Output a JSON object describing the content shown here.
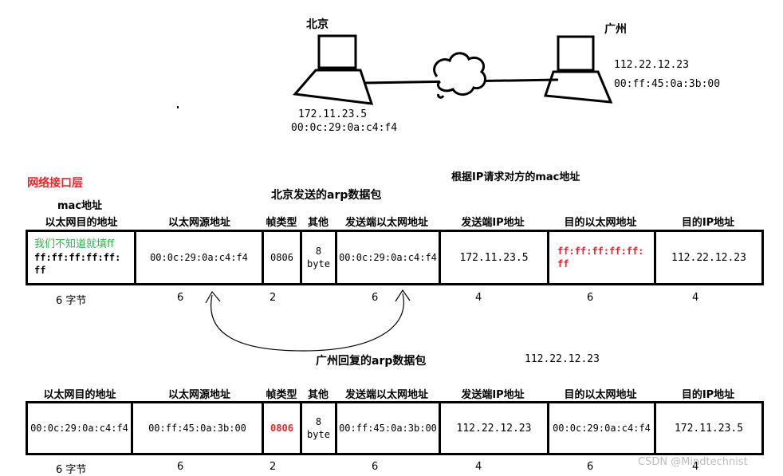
{
  "topology": {
    "beijing": {
      "city": "北京",
      "ip": "172.11.23.5",
      "mac": "00:0c:29:0a:c4:f4"
    },
    "guangzhou": {
      "city": "广州",
      "ip": "112.22.12.23",
      "mac": "00:ff:45:0a:3b:00"
    }
  },
  "layer_label": "网络接口层",
  "request_note": "根据IP请求对方的mac地址",
  "request": {
    "title": "北京发送的arp数据包",
    "mac_note": "mac地址",
    "headers": [
      "以太网目的地址",
      "以太网源地址",
      "帧类型",
      "其他",
      "发送端以太网地址",
      "发送端IP地址",
      "目的以太网地址",
      "目的IP地址"
    ],
    "dest_mac_note": "我们不知道就填ff",
    "dest_mac_line1": "ff:ff:ff:ff:ff:",
    "dest_mac_line2": "ff",
    "cells": {
      "src_mac": "00:0c:29:0a:c4:f4",
      "frame_type": "0806",
      "other_line1": "8",
      "other_line2": "byte",
      "sender_mac": "00:0c:29:0a:c4:f4",
      "sender_ip": "172.11.23.5",
      "target_mac_line1": "ff:ff:ff:ff:ff:",
      "target_mac_line2": "ff",
      "target_ip": "112.22.12.23"
    },
    "sizes": [
      "6 字节",
      "6",
      "2",
      "6",
      "4",
      "6",
      "4"
    ]
  },
  "reply": {
    "title": "广州回复的arp数据包",
    "ip_note": "112.22.12.23",
    "headers": [
      "以太网目的地址",
      "以太网源地址",
      "帧类型",
      "其他",
      "发送端以太网地址",
      "发送端IP地址",
      "目的以太网地址",
      "目的IP地址"
    ],
    "cells": {
      "dest_mac": "00:0c:29:0a:c4:f4",
      "src_mac": "00:ff:45:0a:3b:00",
      "frame_type": "0806",
      "other_line1": "8",
      "other_line2": "byte",
      "sender_mac": "00:ff:45:0a:3b:00",
      "sender_ip": "112.22.12.23",
      "target_mac": "00:0c:29:0a:c4:f4",
      "target_ip": "172.11.23.5"
    },
    "sizes": [
      "6 字节",
      "6",
      "2",
      "6",
      "4",
      "6",
      "4"
    ]
  },
  "watermark": "CSDN @Mindtechnist",
  "colors": {
    "highlight": "#e8262b",
    "note": "#2fb14a"
  }
}
